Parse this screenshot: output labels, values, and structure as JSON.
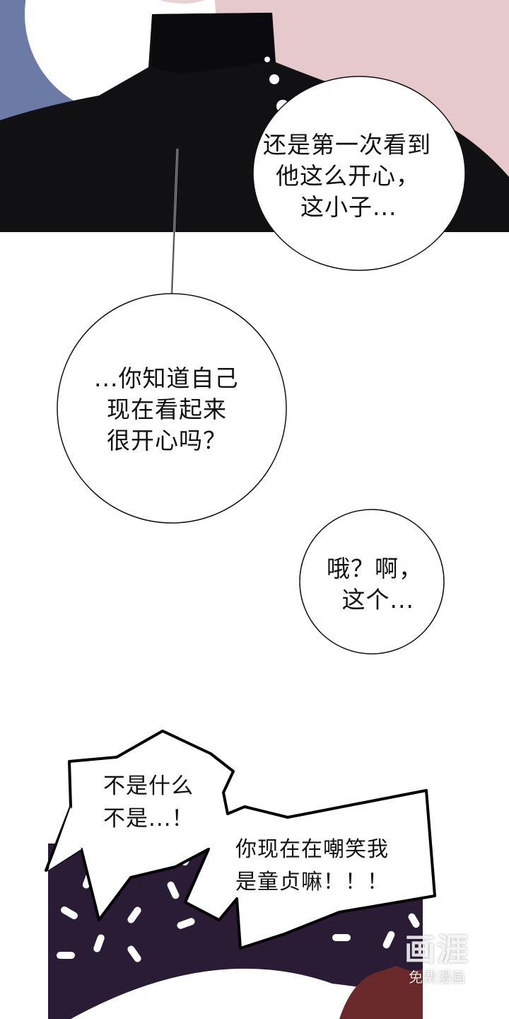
{
  "panels": [
    {
      "id": "top",
      "bubble": {
        "lines": [
          "还是第一次看到",
          "他这么开心，",
          "  这小子..."
        ]
      }
    },
    {
      "id": "middle-1",
      "bubble": {
        "lines": [
          "...你知道自己",
          "现在看起来",
          "很开心吗？"
        ]
      }
    },
    {
      "id": "middle-2",
      "bubble": {
        "lines": [
          "哦？啊，",
          " 这个..."
        ]
      }
    },
    {
      "id": "bottom",
      "bubbles": [
        {
          "lines": [
            "不是什么",
            "不是...！"
          ]
        },
        {
          "lines": [
            "你现在在嘲笑我",
            "是童贞嘛！！！"
          ]
        }
      ]
    }
  ],
  "watermark": {
    "logo": "画涯",
    "tagline": "免费漫画"
  },
  "colors": {
    "shirt": "#111013",
    "skin": "#e6c9cd",
    "sky": "#6c7aa6",
    "pattern": "#2b1c36",
    "hair": "#6a2a2c"
  }
}
